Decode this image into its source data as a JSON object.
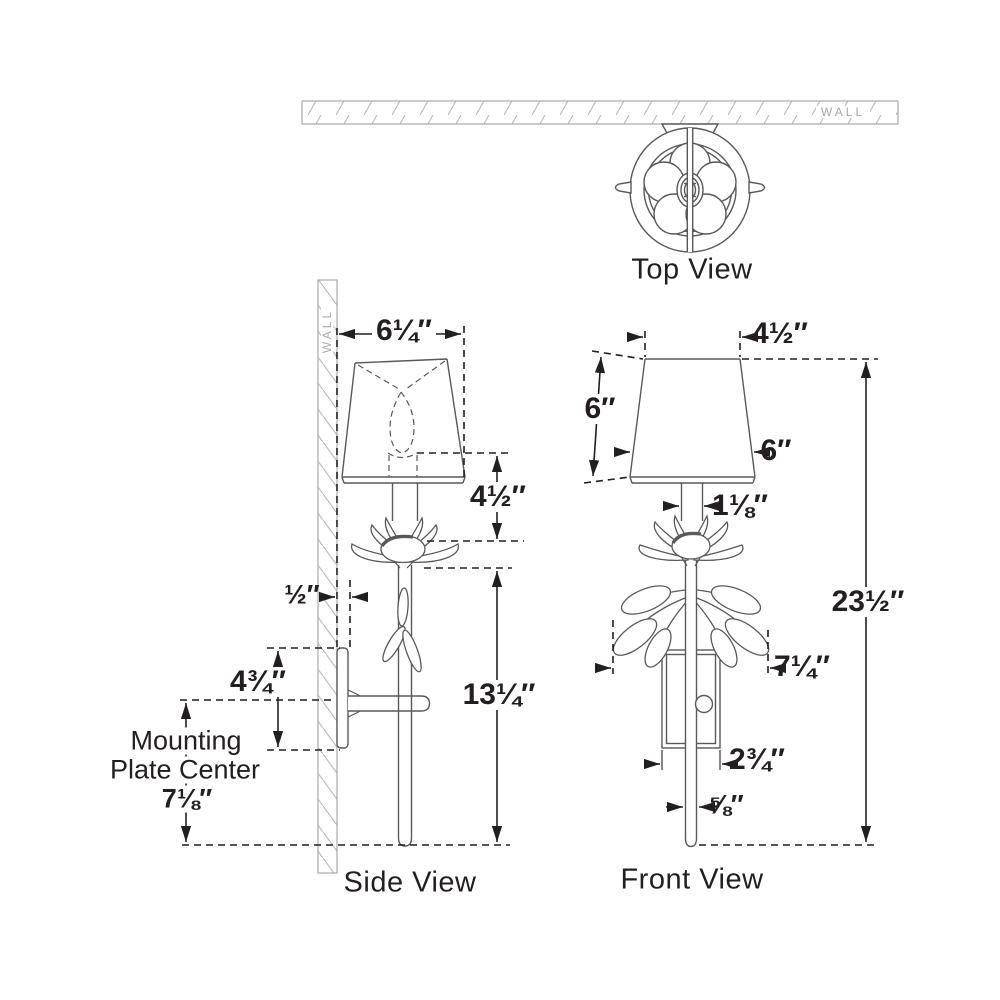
{
  "colors": {
    "fixture_line": "#58595b",
    "dimension_line": "#231f20",
    "hatch": "#bcbec0",
    "wall_text": "#a7a9ac",
    "background": "#ffffff"
  },
  "top_view": {
    "label": "Top View",
    "wall_label": "WALL"
  },
  "side_view": {
    "label": "Side View",
    "wall_label": "WALL",
    "dims": {
      "shade_depth": "6¼″",
      "shade_to_flower": "4½″",
      "wall_offset": "½″",
      "plate_height": "4¾″",
      "mounting_note_line1": "Mounting",
      "mounting_note_line2": "Plate Center",
      "mounting_center": "7⅛″",
      "flower_to_bottom": "13¼″"
    }
  },
  "front_view": {
    "label": "Front View",
    "dims": {
      "shade_top_width": "4½″",
      "shade_height": "6″",
      "shade_bottom_width": "6″",
      "candle_width": "1⅛″",
      "leaf_span": "7¼″",
      "backplate_width": "2¾″",
      "stem_width": "⅝″",
      "overall_height": "23½″"
    }
  }
}
